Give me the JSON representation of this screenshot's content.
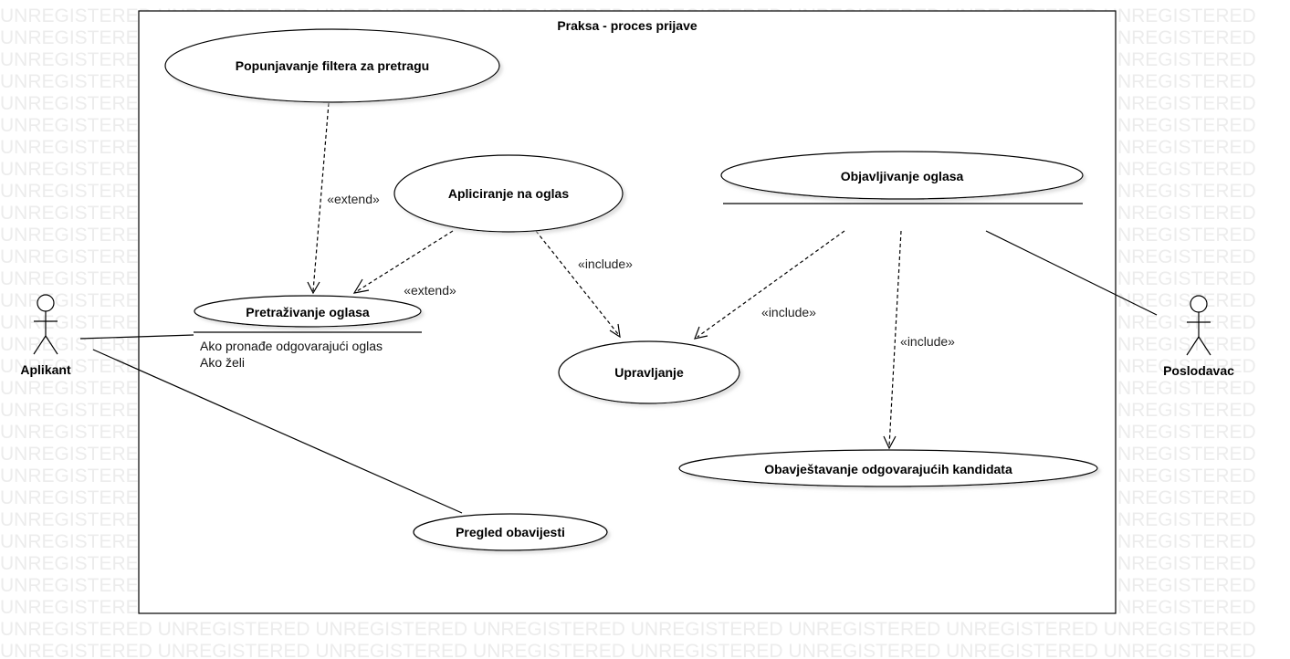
{
  "watermark": "UNREGISTERED UNREGISTERED UNREGISTERED UNREGISTERED UNREGISTERED UNREGISTERED UNREGISTERED UNREGISTERED",
  "system_boundary": {
    "title": "Praksa - proces prijave"
  },
  "actors": {
    "aplikant": "Aplikant",
    "poslodavac": "Poslodavac"
  },
  "use_cases": {
    "popunjavanje": "Popunjavanje filtera za pretragu",
    "apliciranje": "Apliciranje na oglas",
    "pretrazivanje": "Pretraživanje oglasa",
    "upravljanje": "Upravljanje",
    "pregled": "Pregled obavijesti",
    "objavljivanje": "Objavljivanje oglasa",
    "obavjestavanje": "Obavještavanje odgovarajućih kandidata"
  },
  "extension_points": [
    "Ako pronađe odgovarajući oglas",
    "Ako želi"
  ],
  "relations": {
    "extend_1": "«extend»",
    "extend_2": "«extend»",
    "include_1": "«include»",
    "include_2": "«include»",
    "include_3": "«include»"
  }
}
